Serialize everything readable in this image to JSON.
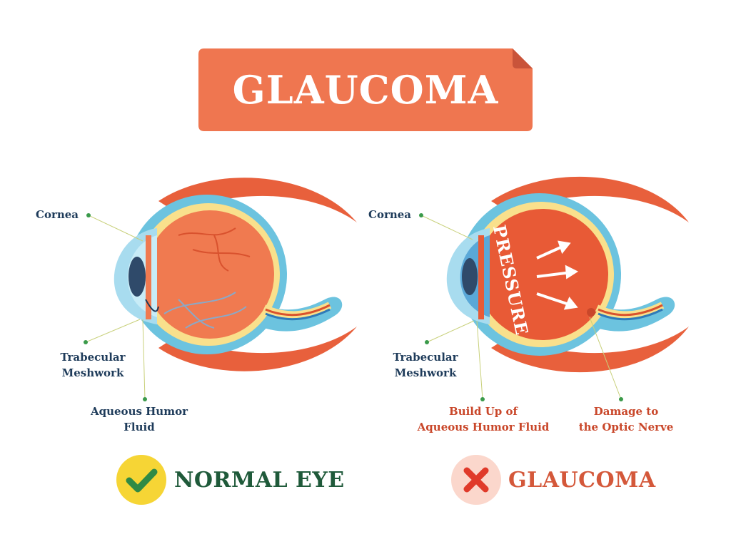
{
  "title": "GLAUCOMA",
  "normal_eye": {
    "labels": {
      "cornea": "Cornea",
      "trabecular": "Trabecular\nMeshwork",
      "aqueous": "Aqueous Humor\nFluid"
    },
    "status": "NORMAL EYE"
  },
  "glaucoma_eye": {
    "labels": {
      "cornea": "Cornea",
      "trabecular": "Trabecular\nMeshwork",
      "buildup": "Build Up of\nAqueous Humor Fluid",
      "damage": "Damage to\nthe Optic Nerve"
    },
    "pressure_text": "PRESSURE",
    "status": "GLAUCOMA"
  },
  "colors": {
    "banner": "#ef7650",
    "muscle": "#e8603c",
    "eyeball": "#f07a50",
    "sclera_outline": "#6cc3df",
    "retina_band": "#f9e08c",
    "cornea": "#a8dcef",
    "iris": "#2f4a6a",
    "check_circle": "#f6d535",
    "check": "#2f8a45",
    "x_circle": "#fbd7cc",
    "x_mark": "#e03a2a",
    "label_dark": "#1e3b5a",
    "label_red": "#c9472a"
  }
}
